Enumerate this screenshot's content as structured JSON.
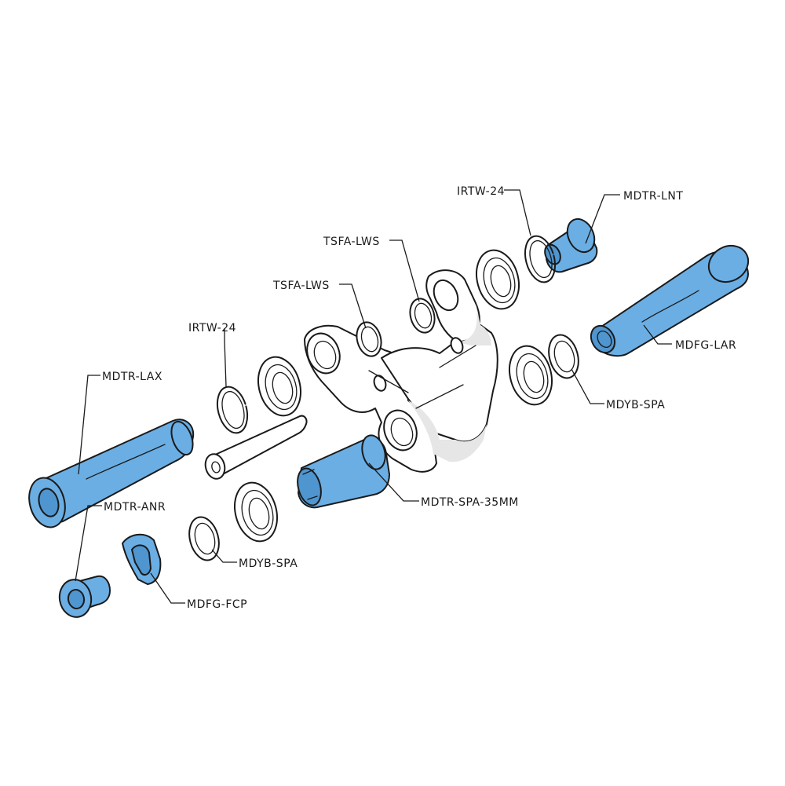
{
  "colors": {
    "part_highlight": "#6aaee4",
    "part_shade": "#4f95cf",
    "part_plain": "#ffffff",
    "frame_shade": "#e6e6e6",
    "line": "#1a1a1a"
  },
  "labels": {
    "irtw_top": "IRTW-24",
    "mdtr_lnt": "MDTR-LNT",
    "tsfa_lws_upper": "TSFA-LWS",
    "tsfa_lws_lower": "TSFA-LWS",
    "irtw_left": "IRTW-24",
    "mdtr_lax": "MDTR-LAX",
    "mdfg_lar": "MDFG-LAR",
    "mdyb_spa_right": "MDYB-SPA",
    "mdtr_spa_35mm": "MDTR-SPA-35MM",
    "mdtr_anr": "MDTR-ANR",
    "mdyb_spa_left": "MDYB-SPA",
    "mdfg_fcp": "MDFG-FCP"
  }
}
